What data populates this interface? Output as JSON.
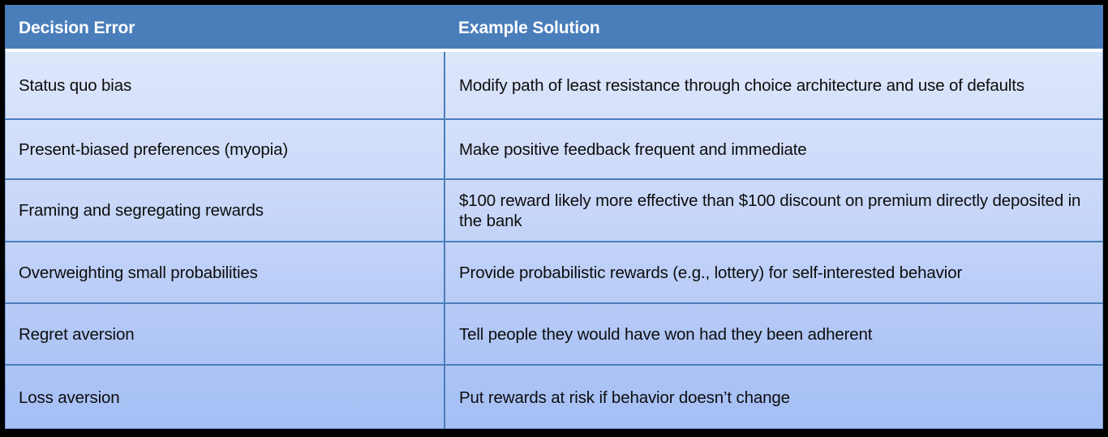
{
  "slide": {
    "background_color": "#000000",
    "accent_color": "#4a7ebb",
    "header_text_color": "#ffffff",
    "body_text_color": "#0d0d0d",
    "body_gradient_top": "#e2e9fc",
    "body_gradient_bottom": "#a5bff5"
  },
  "table": {
    "columns": [
      {
        "key": "decision_error",
        "label": "Decision Error"
      },
      {
        "key": "example_solution",
        "label": "Example Solution"
      }
    ],
    "rows": [
      {
        "decision_error": "Status quo bias",
        "example_solution": "Modify path of least resistance through choice architecture and use of defaults"
      },
      {
        "decision_error": "Present-biased preferences (myopia)",
        "example_solution": "Make positive feedback frequent and immediate"
      },
      {
        "decision_error": "Framing and segregating rewards",
        "example_solution": "$100 reward likely more effective than $100 discount on premium directly deposited in the bank"
      },
      {
        "decision_error": "Overweighting small probabilities",
        "example_solution": "Provide probabilistic rewards (e.g., lottery) for self-interested behavior"
      },
      {
        "decision_error": "Regret aversion",
        "example_solution": "Tell people they would have won had they been adherent"
      },
      {
        "decision_error": "Loss aversion",
        "example_solution": "Put rewards at risk if behavior doesn’t change"
      }
    ]
  }
}
